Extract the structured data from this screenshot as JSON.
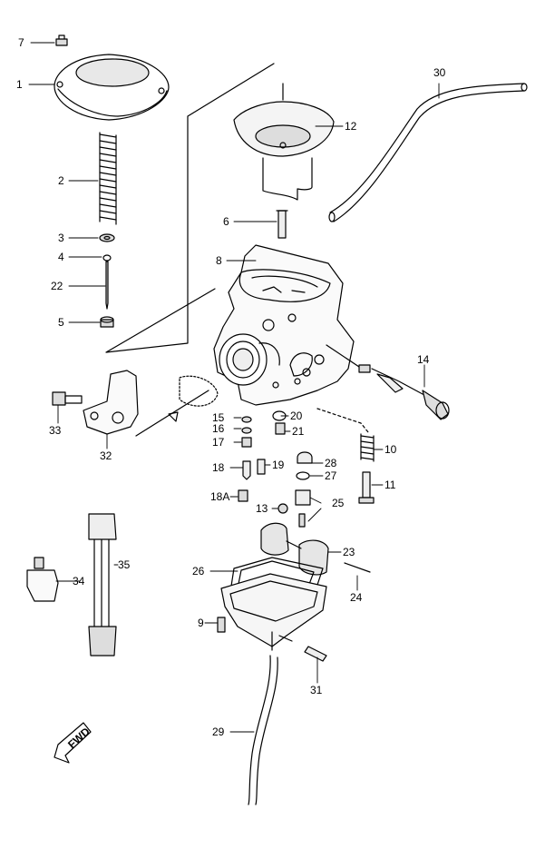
{
  "diagram": {
    "fwd_label": "FWD",
    "callouts": {
      "c1": "1",
      "c2": "2",
      "c3": "3",
      "c4": "4",
      "c5": "5",
      "c6": "6",
      "c7": "7",
      "c8": "8",
      "c9": "9",
      "c10": "10",
      "c11": "11",
      "c12": "12",
      "c13": "13",
      "c14": "14",
      "c15": "15",
      "c16": "16",
      "c17": "17",
      "c18": "18",
      "c18a": "18A",
      "c19": "19",
      "c20": "20",
      "c21": "21",
      "c22": "22",
      "c23": "23",
      "c24": "24",
      "c25": "25",
      "c26": "26",
      "c27": "27",
      "c28": "28",
      "c29": "29",
      "c30": "30",
      "c31": "31",
      "c32": "32",
      "c33": "33",
      "c34": "34",
      "c35": "35"
    }
  }
}
